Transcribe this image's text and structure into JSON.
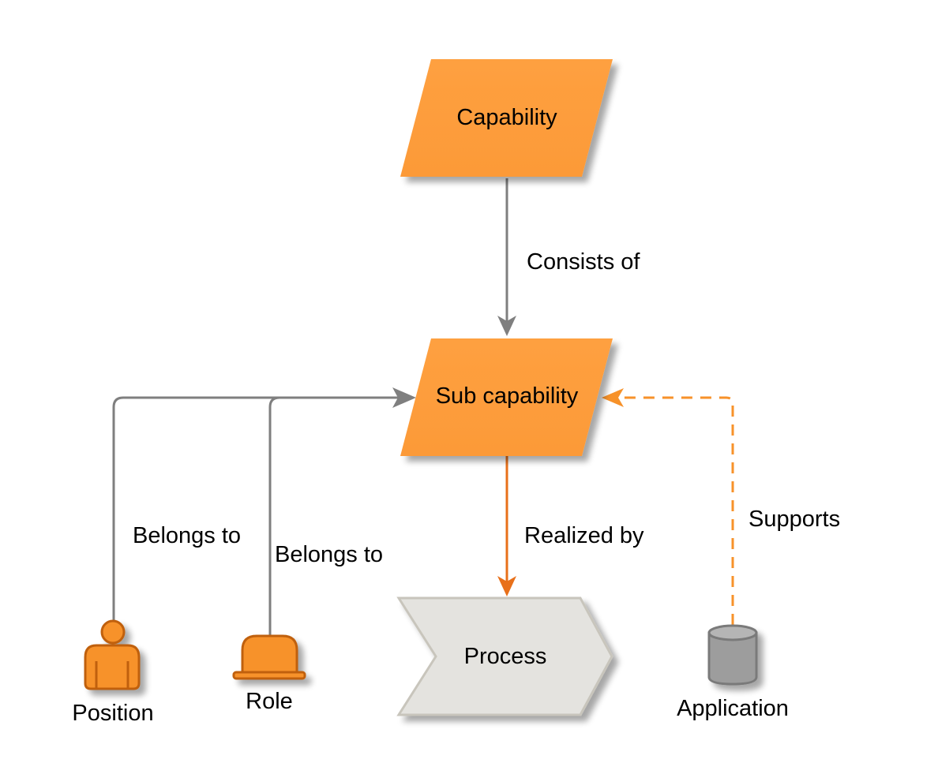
{
  "diagram": {
    "nodes": {
      "capability": {
        "label": "Capability",
        "shape": "parallelogram",
        "fill": "#FE9D3D"
      },
      "sub_capability": {
        "label": "Sub capability",
        "shape": "parallelogram",
        "fill": "#FE9D3D"
      },
      "process": {
        "label": "Process",
        "shape": "chevron",
        "fill": "#E4E3DF",
        "stroke": "#C8C5BC"
      },
      "position": {
        "label": "Position",
        "icon": "person-icon",
        "fill": "#F7922A",
        "stroke": "#C0600A"
      },
      "role": {
        "label": "Role",
        "icon": "hat-icon",
        "fill": "#F7922A",
        "stroke": "#C0600A"
      },
      "application": {
        "label": "Application",
        "icon": "database-icon",
        "fill": "#9D9D9D",
        "stroke": "#7A7A7A"
      }
    },
    "edges": {
      "consists_of": {
        "label": "Consists of",
        "from": "Capability",
        "to": "Sub capability",
        "color": "#7F7F7F",
        "style": "solid"
      },
      "realized_by": {
        "label": "Realized by",
        "from": "Sub capability",
        "to": "Process",
        "color": "#E8701A",
        "style": "solid"
      },
      "supports": {
        "label": "Supports",
        "from": "Application",
        "to": "Sub capability",
        "color": "#F7922A",
        "style": "dashed"
      },
      "position_belongs_to": {
        "label": "Belongs to",
        "from": "Position",
        "to": "Sub capability",
        "color": "#7F7F7F",
        "style": "solid"
      },
      "role_belongs_to": {
        "label": "Belongs to",
        "from": "Role",
        "to": "Sub capability",
        "color": "#7F7F7F",
        "style": "solid"
      }
    }
  }
}
